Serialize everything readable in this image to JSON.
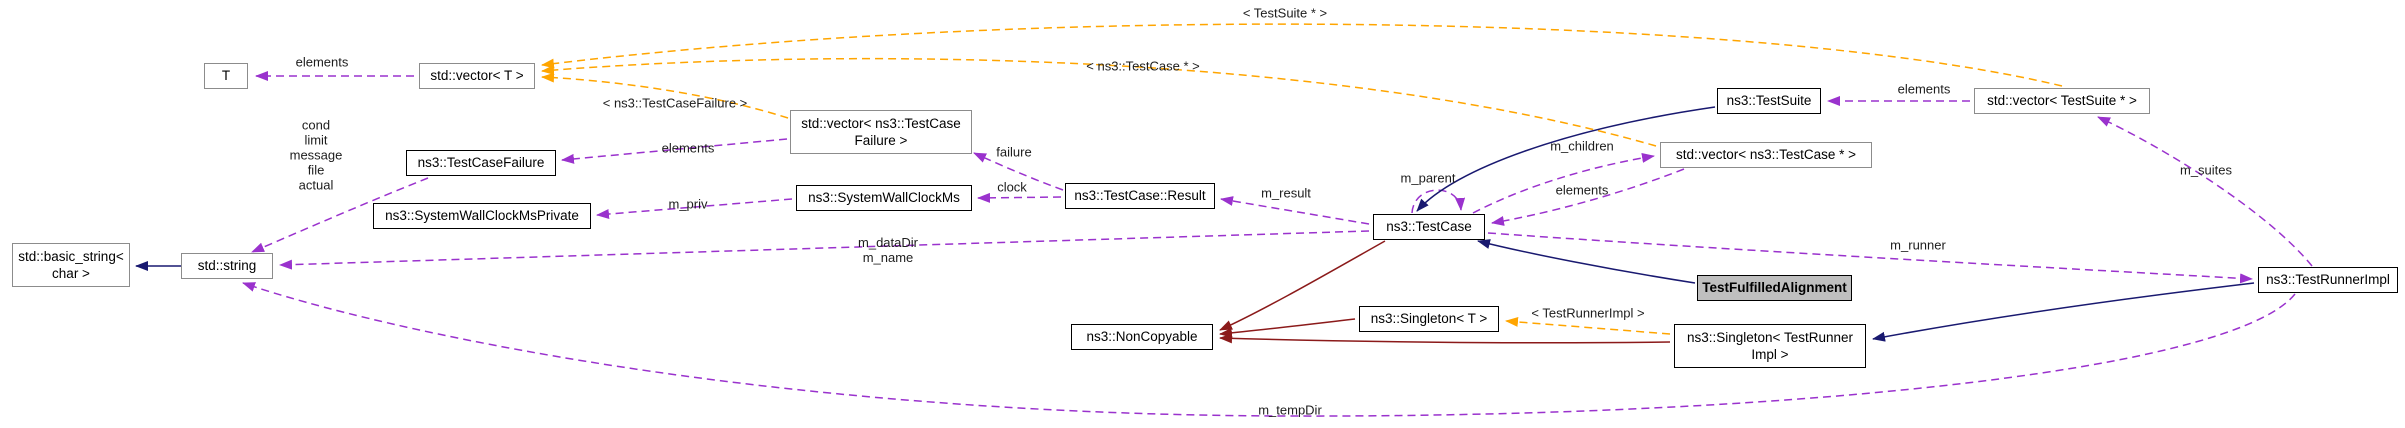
{
  "colors": {
    "edge_usage": "#9a32cd",
    "edge_template": "#ffa500",
    "edge_public": "#191970",
    "edge_private": "#8b1a1a",
    "node_fill": "#ffffff",
    "node_highlight": "#bfbfbf",
    "node_border": "#000000",
    "node_border_external": "#8c8c8c"
  },
  "nodes": {
    "t": "T",
    "vector_t": "std::vector< T >",
    "testcasefailure": "ns3::TestCaseFailure",
    "swcmp": "ns3::SystemWallClockMsPrivate",
    "basic_string": "std::basic_string<\nchar >",
    "string": "std::string",
    "vector_tcf": "std::vector< ns3::TestCase\nFailure >",
    "swcm": "ns3::SystemWallClockMs",
    "tc_result": "ns3::TestCase::Result",
    "testcase": "ns3::TestCase",
    "testsuite": "ns3::TestSuite",
    "vector_tc_ptr": "std::vector< ns3::TestCase * >",
    "vector_ts_ptr": "std::vector< TestSuite * >",
    "tfa": "TestFulfilledAlignment",
    "noncopyable": "ns3::NonCopyable",
    "singleton_t": "ns3::Singleton< T >",
    "singleton_tri": "ns3::Singleton< TestRunner\nImpl >",
    "testrunnerimpl": "ns3::TestRunnerImpl"
  },
  "edge_labels": {
    "elements_t": "elements",
    "tmpl_testsuite_ptr": "< TestSuite * >",
    "tmpl_testcase_ptr": "< ns3::TestCase * >",
    "tmpl_testcasefailure": "< ns3::TestCaseFailure >",
    "members_string": "cond\nlimit\nmessage\nfile\nactual",
    "elements_failures": "elements",
    "failure": "failure",
    "clock": "clock",
    "m_priv": "m_priv",
    "m_result": "m_result",
    "m_parent": "m_parent",
    "m_children": "m_children",
    "elements_children": "elements",
    "elements_suites": "elements",
    "m_suites": "m_suites",
    "m_datadir_name": "m_dataDir\nm_name",
    "m_runner": "m_runner",
    "tmpl_testrunnerimpl": "< TestRunnerImpl >",
    "m_tempdir": "m_tempDir"
  }
}
